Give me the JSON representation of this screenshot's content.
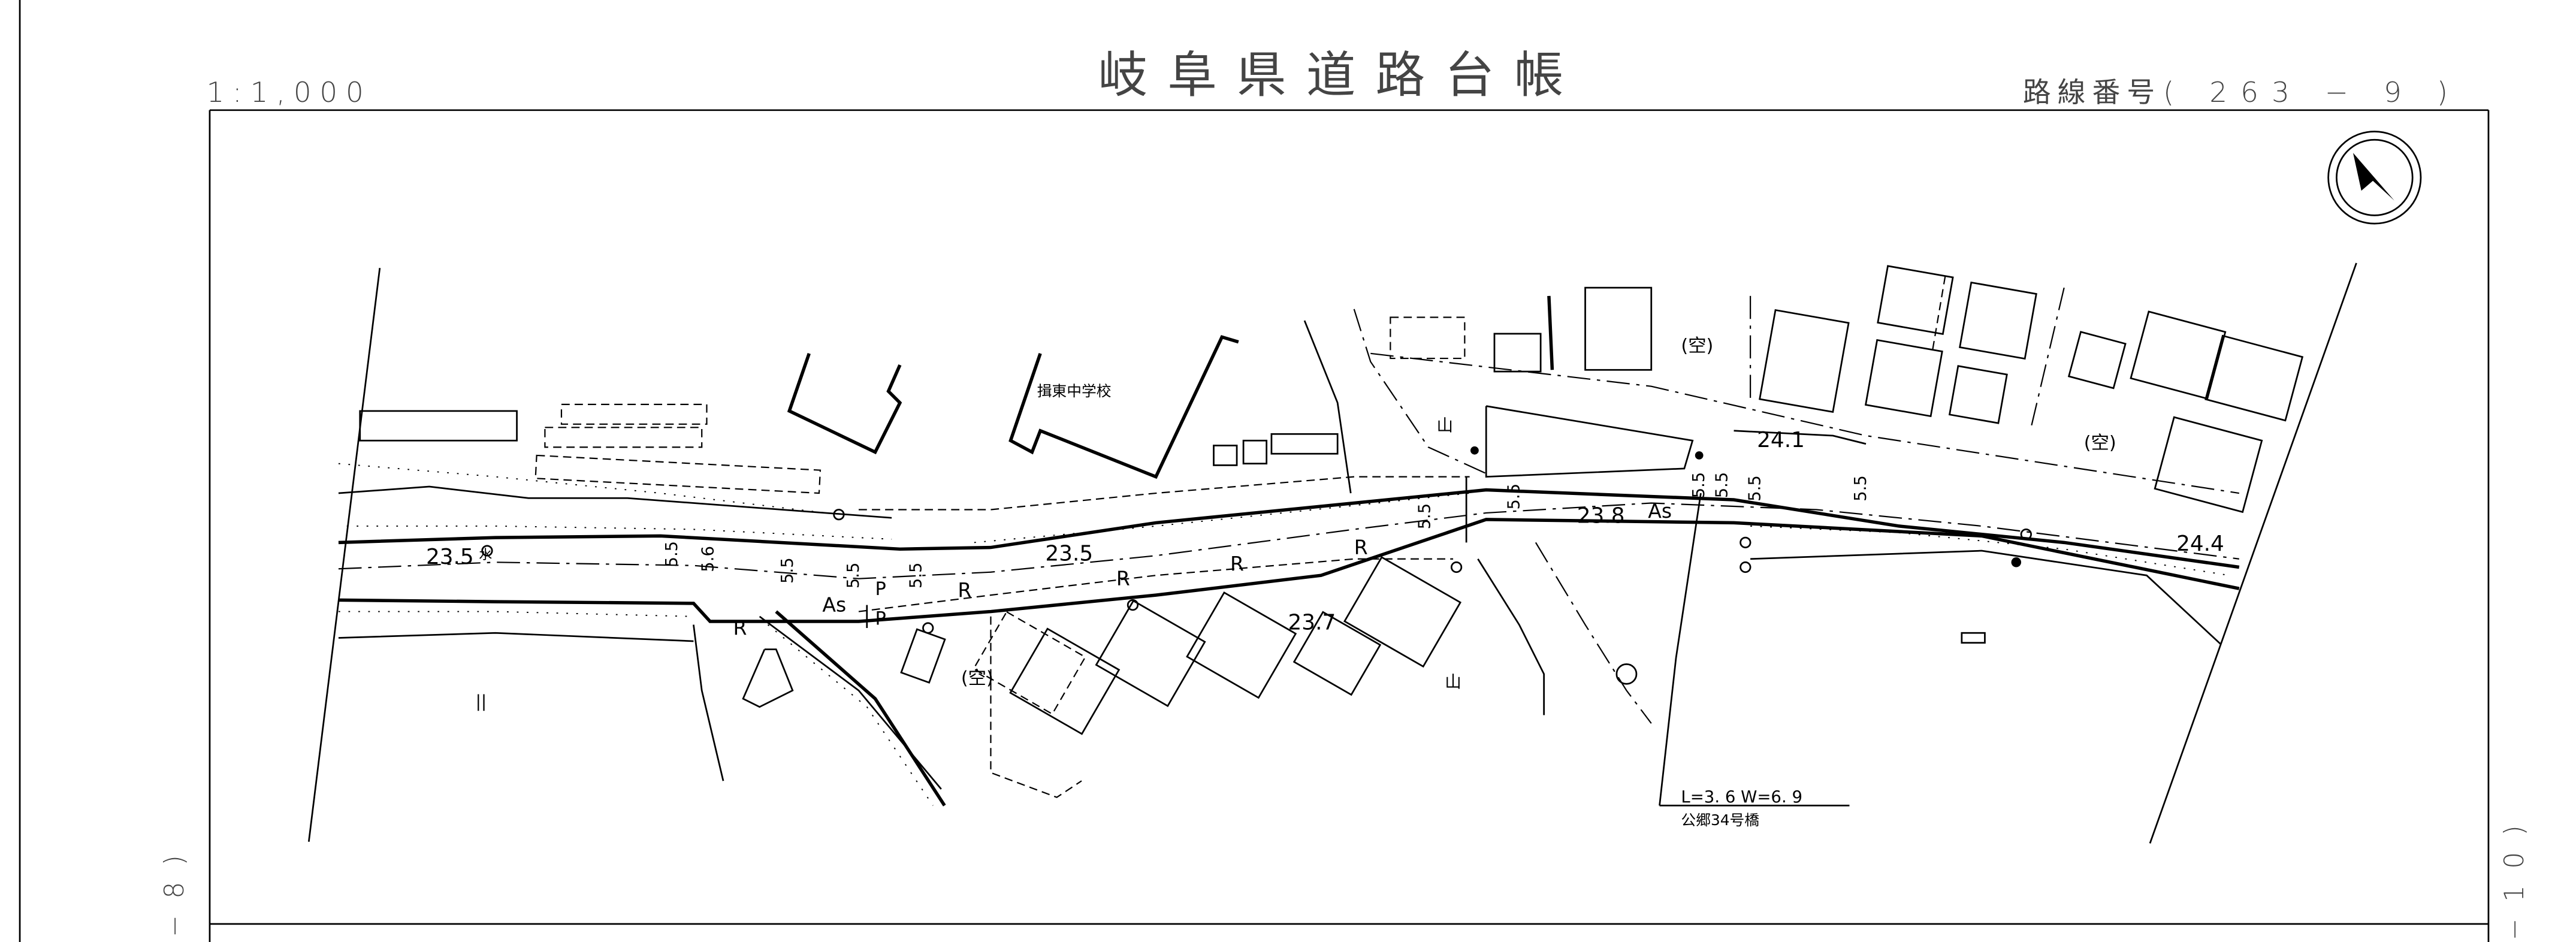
{
  "header": {
    "scale": "1:1,000",
    "title": "岐阜県道路台帳",
    "route_label": "路線番号",
    "route_number": "( 263 − 9 )"
  },
  "sheet_refs": {
    "left": "−8)",
    "right": "−10)"
  },
  "map": {
    "school_label": "揖東中学校",
    "elevations": [
      "23.5",
      "23.5",
      "23.7",
      "23.8",
      "24.1",
      "24.4"
    ],
    "widths": [
      "5.5",
      "5.6",
      "5.5",
      "5.5",
      "5.5",
      "5.5",
      "5.5",
      "5.5",
      "5.5",
      "5.5",
      "5.5"
    ],
    "surface_labels": {
      "asphalt": "As",
      "road": "R",
      "parking": "P"
    },
    "vacant_label": "(空)",
    "mountain_label": "山",
    "field_label": "||",
    "water_symbol": "水",
    "bridge": {
      "dimensions": "L=3. 6  W=6. 9",
      "name": "公郷34号橋"
    }
  }
}
